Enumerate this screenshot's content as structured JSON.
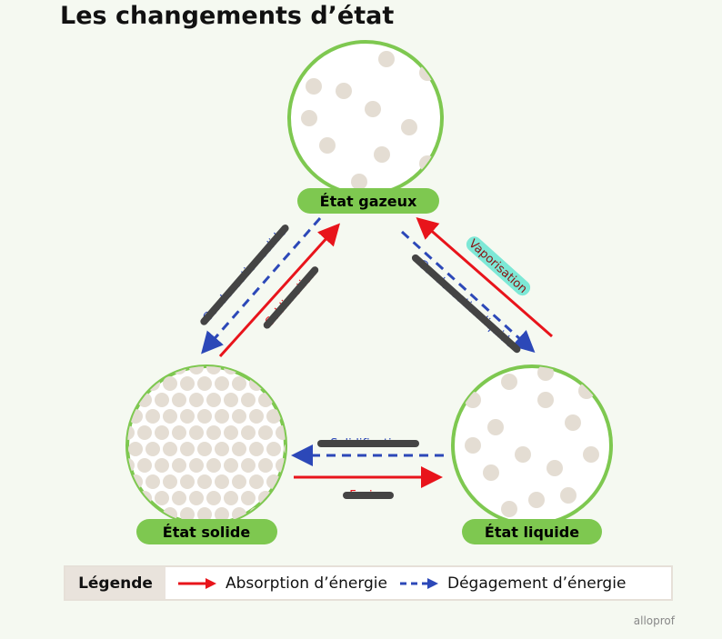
{
  "title": "Les changements d’état",
  "states": {
    "gas": "État gazeux",
    "solid": "État solide",
    "liquid": "État liquide"
  },
  "transitions": {
    "condensation_solide": "Condensation solide",
    "sublimation": "Sublimation",
    "vaporisation": "Vaporisation",
    "condensation_liquide": "Condensation liquide",
    "solidification": "Solidification",
    "fusion": "Fusion"
  },
  "legend": {
    "label": "Légende",
    "absorption": "Absorption d’énergie",
    "degagement": "Dégagement d’énergie"
  },
  "colors": {
    "absorption": "#e8141b",
    "degagement": "#2c48b8",
    "circle": "#7ec850",
    "particle": "#e4ddd3"
  },
  "logo": "alloprof"
}
